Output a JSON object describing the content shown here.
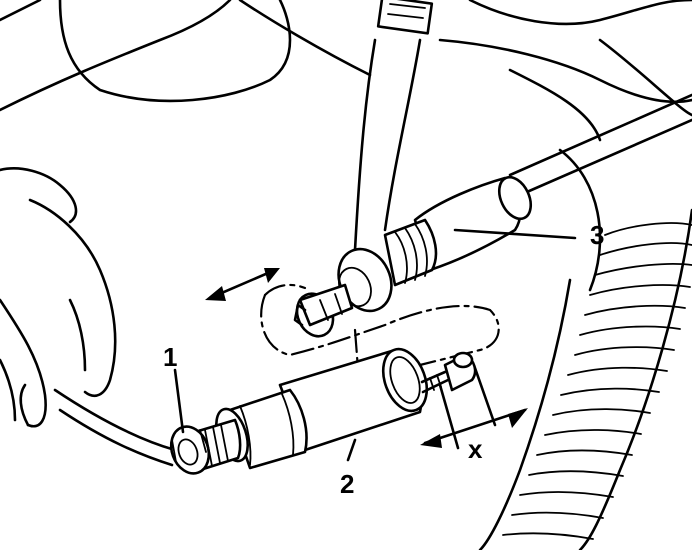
{
  "callouts": {
    "label_1": "1",
    "label_2": "2",
    "label_3": "3",
    "dimension_x": "x"
  },
  "colors": {
    "ink": "#000000",
    "paper": "#ffffff"
  }
}
